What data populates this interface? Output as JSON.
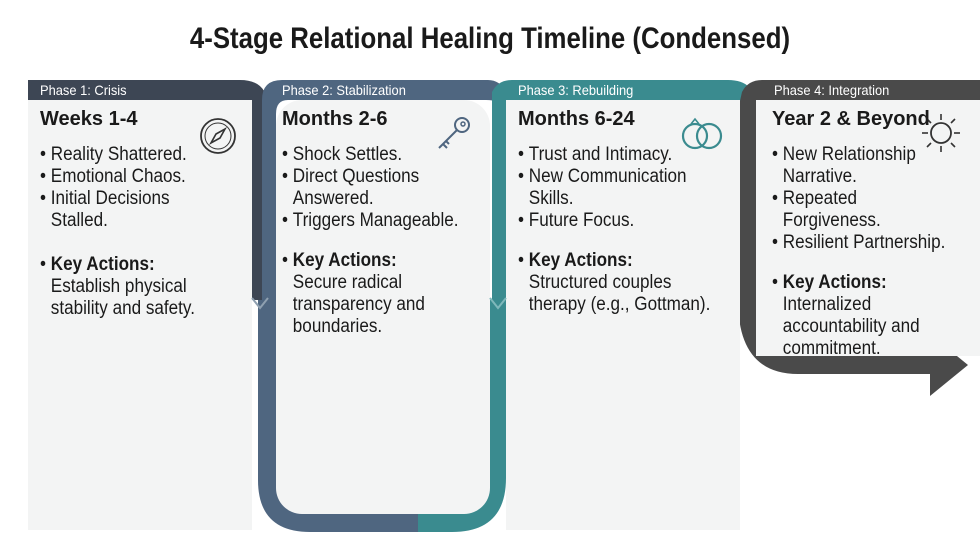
{
  "title": "4-Stage Relational Healing Timeline (Condensed)",
  "colors": {
    "phase1": "#3d4654",
    "phase2": "#4f6680",
    "phase3": "#3a8b8f",
    "phase4": "#4a4a4a",
    "card": "#f3f4f4"
  },
  "phases": [
    {
      "label": "Phase 1: Crisis",
      "period": "Weeks 1-4",
      "icon": "compass-icon",
      "points": [
        "Reality Shattered.",
        "Emotional Chaos.",
        "Initial Decisions Stalled."
      ],
      "key_actions_label": "Key Actions:",
      "key_actions": [
        "Establish physical",
        "stability and safety."
      ]
    },
    {
      "label": "Phase 2: Stabilization",
      "period": "Months 2-6",
      "icon": "key-icon",
      "points": [
        "Shock Settles.",
        "Direct Questions|Answered.",
        "Triggers Manageable."
      ],
      "key_actions_label": "Key Actions:",
      "key_actions": [
        "Secure radical",
        "transparency and",
        "boundaries."
      ]
    },
    {
      "label": "Phase 3: Rebuilding",
      "period": "Months 6-24",
      "icon": "rings-icon",
      "points": [
        "Trust and Intimacy.",
        "New Communication|Skills.",
        "Future Focus."
      ],
      "key_actions_label": "Key Actions:",
      "key_actions": [
        "Structured couples",
        "therapy (e.g., Gottman)."
      ]
    },
    {
      "label": "Phase 4: Integration",
      "period": "Year 2 & Beyond",
      "icon": "sun-icon",
      "points": [
        "New Relationship|Narrative.",
        "Repeated Forgiveness.",
        "Resilient Partnership."
      ],
      "key_actions_label": "Key Actions:",
      "key_actions": [
        "Internalized",
        "accountability and",
        "commitment."
      ]
    }
  ]
}
